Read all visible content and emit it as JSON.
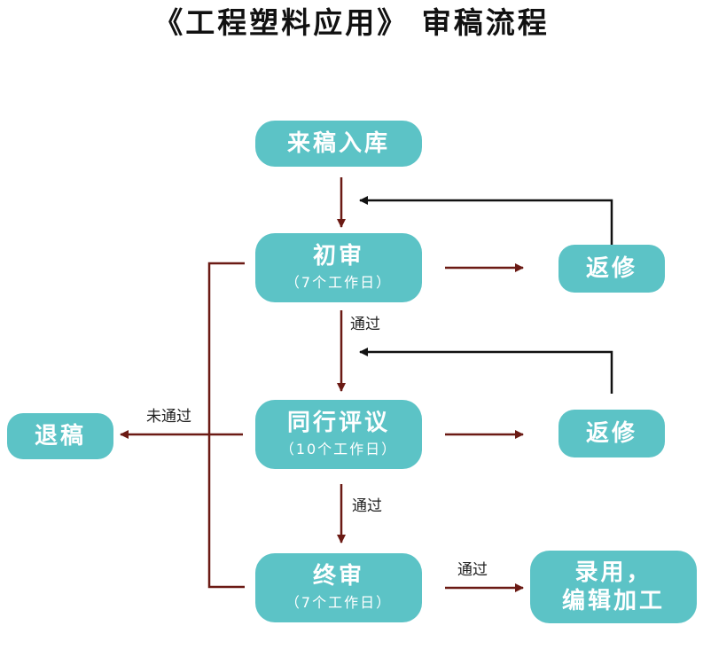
{
  "title": "《工程塑料应用》 审稿流程",
  "colors": {
    "node_fill": "#5cc3c6",
    "node_text": "#ffffff",
    "flow_arrow": "#6b1a14",
    "return_arrow": "#111111"
  },
  "nodes": {
    "intake": {
      "label": "来稿入库"
    },
    "initial_review": {
      "label": "初审",
      "duration": "（7个工作日）"
    },
    "peer_review": {
      "label": "同行评议",
      "duration": "（10个工作日）"
    },
    "final_review": {
      "label": "终审",
      "duration": "（7个工作日）"
    },
    "revise_1": {
      "label": "返修"
    },
    "revise_2": {
      "label": "返修"
    },
    "reject": {
      "label": "退稿"
    },
    "accept": {
      "label_line1": "录用，",
      "label_line2": "编辑加工"
    }
  },
  "edge_labels": {
    "initial_pass": "通过",
    "peer_pass": "通过",
    "final_pass": "通过",
    "not_passed": "未通过"
  }
}
